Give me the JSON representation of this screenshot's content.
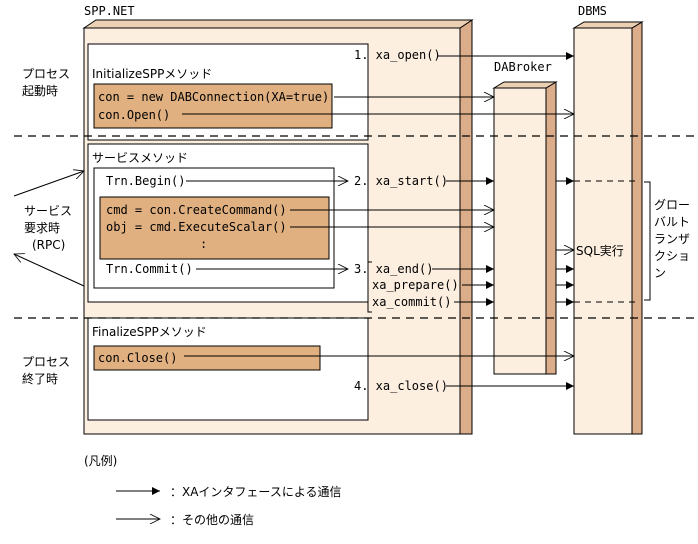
{
  "nodes": {
    "spp_net": "SPP.NET",
    "dabroker": "DABroker",
    "dbms": "DBMS"
  },
  "phases": {
    "startup": [
      "プロセス",
      "起動時"
    ],
    "service": [
      "サービス",
      "要求時",
      "(RPC)"
    ],
    "shutdown": [
      "プロセス",
      "終了時"
    ]
  },
  "methods": {
    "initialize": "InitializeSPPメソッド",
    "service": "サービスメソッド",
    "finalize": "FinalizeSPPメソッド"
  },
  "code": {
    "init_line1": "con = new DABConnection(XA=true)",
    "init_line2": "con.Open()",
    "trn_begin": "Trn.Begin()",
    "cmd_line": "cmd = con.CreateCommand()",
    "obj_line": "obj = cmd.ExecuteScalar()",
    "ellipsis": ":",
    "trn_commit": "Trn.Commit()",
    "close_line": "con.Close()"
  },
  "xa": {
    "open": "1. xa_open()",
    "start": "2. xa_start()",
    "end": "3. xa_end()",
    "prepare": "xa_prepare()",
    "commit": "xa_commit()",
    "close": "4. xa_close()"
  },
  "dbms_labels": {
    "sql_exec": "SQL実行",
    "global_tx": [
      "グロー",
      "バルト",
      "ランザ",
      "クショ",
      "ン"
    ]
  },
  "legend": {
    "title": "(凡例)",
    "xa_comm": "：XAインタフェースによる通信",
    "other_comm": "：その他の通信"
  },
  "colors": {
    "box_fill": "#fcefe0",
    "box_shadow": "#dcad8a",
    "code_fill": "#e0b080",
    "line": "#000000"
  }
}
